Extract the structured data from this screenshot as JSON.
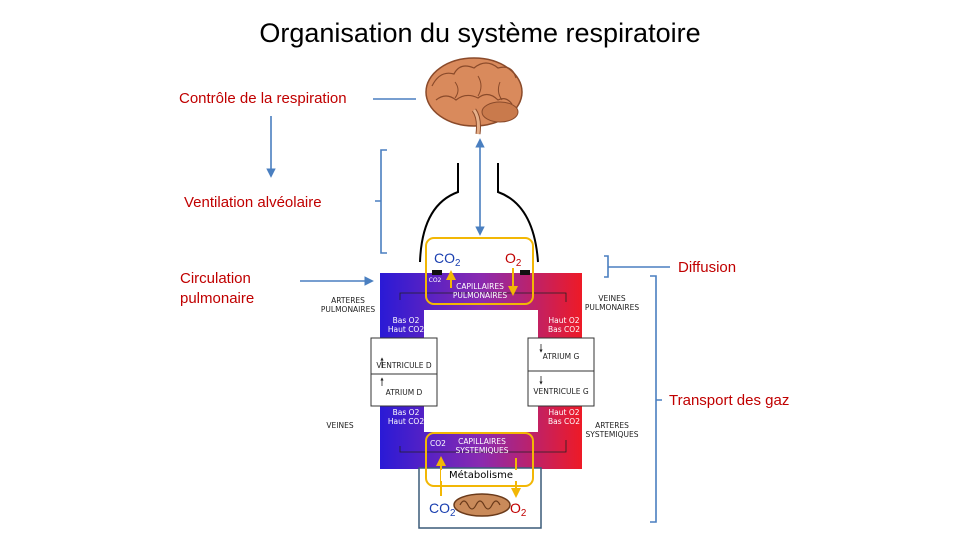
{
  "title": "Organisation du système respiratoire",
  "labels": {
    "controle": "Contrôle de la respiration",
    "ventilation": "Ventilation alvéolaire",
    "circulation_l1": "Circulation",
    "circulation_l2": "pulmonaire",
    "diffusion": "Diffusion",
    "transport": "Transport des gaz"
  },
  "gas": {
    "co2_base": "CO",
    "o2_base": "O",
    "subscript": "2"
  },
  "diagram_text": {
    "arteres_pulm_l1": "ARTERES",
    "arteres_pulm_l2": "PULMONAIRES",
    "veines_pulm_l1": "VEINES",
    "veines_pulm_l2": "PULMONAIRES",
    "veines": "VEINES",
    "arteres_sys_l1": "ARTERES",
    "arteres_sys_l2": "SYSTEMIQUES",
    "cap_pulm_l1": "CAPILLAIRES",
    "cap_pulm_l2": "PULMONAIRES",
    "cap_sys_l1": "CAPILLAIRES",
    "cap_sys_l2": "SYSTEMIQUES",
    "bas_o2": "Bas  O2",
    "haut_co2": "Haut CO2",
    "haut_o2": "Haut O2",
    "bas_co2": "Bas CO2",
    "ventricule_d": "VENTRICULE D",
    "atrium_d": "ATRIUM D",
    "atrium_g": "ATRIUM G",
    "ventricule_g": "VENTRICULE G",
    "co2_small": "CO2",
    "metabolisme": "Métabolisme"
  },
  "colors": {
    "blue_blood": "#2a1ad6",
    "red_blood": "#e8182a",
    "accent_red": "#c00000",
    "gas_blue": "#1a3fb0",
    "arrow_blue": "#4a7fc0",
    "highlight_yellow": "#f2b705"
  }
}
